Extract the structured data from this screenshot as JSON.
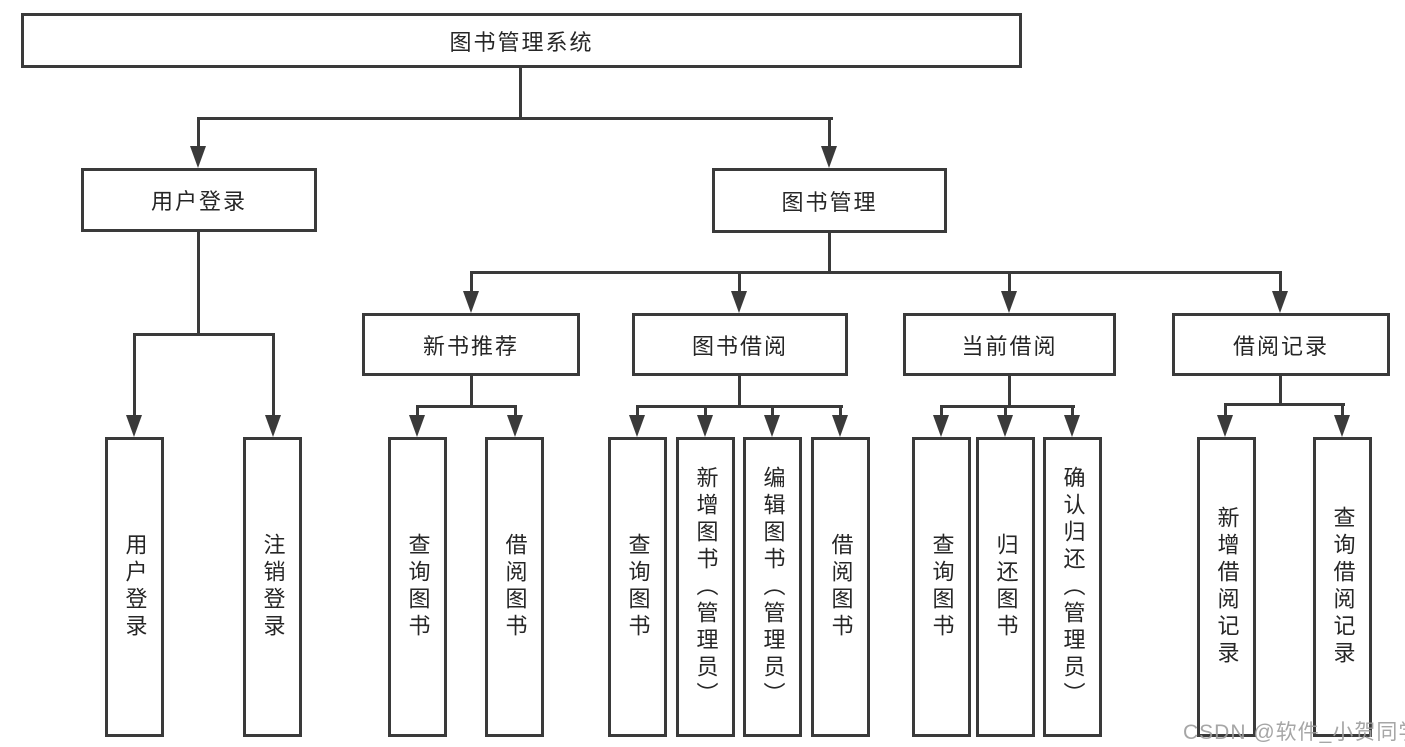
{
  "diagram": {
    "type": "hierarchy-tree",
    "root": {
      "label": "图书管理系统"
    },
    "level2": [
      {
        "id": "user-login",
        "label": "用户登录",
        "parent": "图书管理系统"
      },
      {
        "id": "book-management",
        "label": "图书管理",
        "parent": "图书管理系统"
      }
    ],
    "level3": [
      {
        "id": "new-book-recommend",
        "label": "新书推荐",
        "parent": "图书管理"
      },
      {
        "id": "book-borrowing",
        "label": "图书借阅",
        "parent": "图书管理"
      },
      {
        "id": "current-borrowing",
        "label": "当前借阅",
        "parent": "图书管理"
      },
      {
        "id": "borrowing-records",
        "label": "借阅记录",
        "parent": "图书管理"
      }
    ],
    "leaves": [
      {
        "label": "用户登录",
        "parent": "用户登录"
      },
      {
        "label": "注销登录",
        "parent": "用户登录"
      },
      {
        "label": "查询图书",
        "parent": "新书推荐"
      },
      {
        "label": "借阅图书",
        "parent": "新书推荐"
      },
      {
        "label": "查询图书",
        "parent": "图书借阅"
      },
      {
        "label": "新增图书（管理员）",
        "parent": "图书借阅"
      },
      {
        "label": "编辑图书（管理员）",
        "parent": "图书借阅"
      },
      {
        "label": "借阅图书",
        "parent": "图书借阅"
      },
      {
        "label": "查询图书",
        "parent": "当前借阅"
      },
      {
        "label": "归还图书",
        "parent": "当前借阅"
      },
      {
        "label": "确认归还（管理员）",
        "parent": "当前借阅"
      },
      {
        "label": "新增借阅记录",
        "parent": "借阅记录"
      },
      {
        "label": "查询借阅记录",
        "parent": "借阅记录"
      }
    ],
    "watermark": "CSDN @软件_小贺同学",
    "colors": {
      "line": "#3a3a3a",
      "border": "#3a3a3a",
      "text": "#262626",
      "background": "#ffffff",
      "watermark": "#9e9e9e"
    }
  }
}
